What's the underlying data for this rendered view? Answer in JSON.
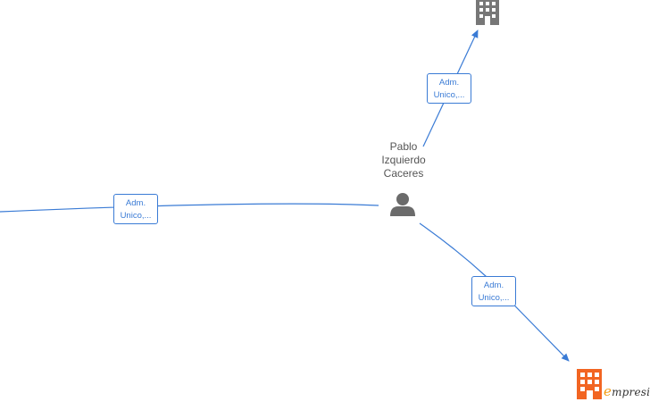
{
  "colors": {
    "edge": "#3a7bd5",
    "person_icon": "#6b6b6b",
    "company_icon": "#777777",
    "brand": "#f26522"
  },
  "person": {
    "name_lines": [
      "Pablo",
      "Izquierdo",
      "Caceres"
    ],
    "icon": "person-icon"
  },
  "edges": [
    {
      "name": "edge-to-company-top",
      "label_lines": [
        "Adm.",
        "Unico,..."
      ]
    },
    {
      "name": "edge-to-left",
      "label_lines": [
        "Adm.",
        "Unico,..."
      ]
    },
    {
      "name": "edge-to-company-bottom",
      "label_lines": [
        "Adm.",
        "Unico,..."
      ]
    }
  ],
  "brand": {
    "prefix": "e",
    "rest": "mpresia",
    "icon": "building-icon"
  }
}
